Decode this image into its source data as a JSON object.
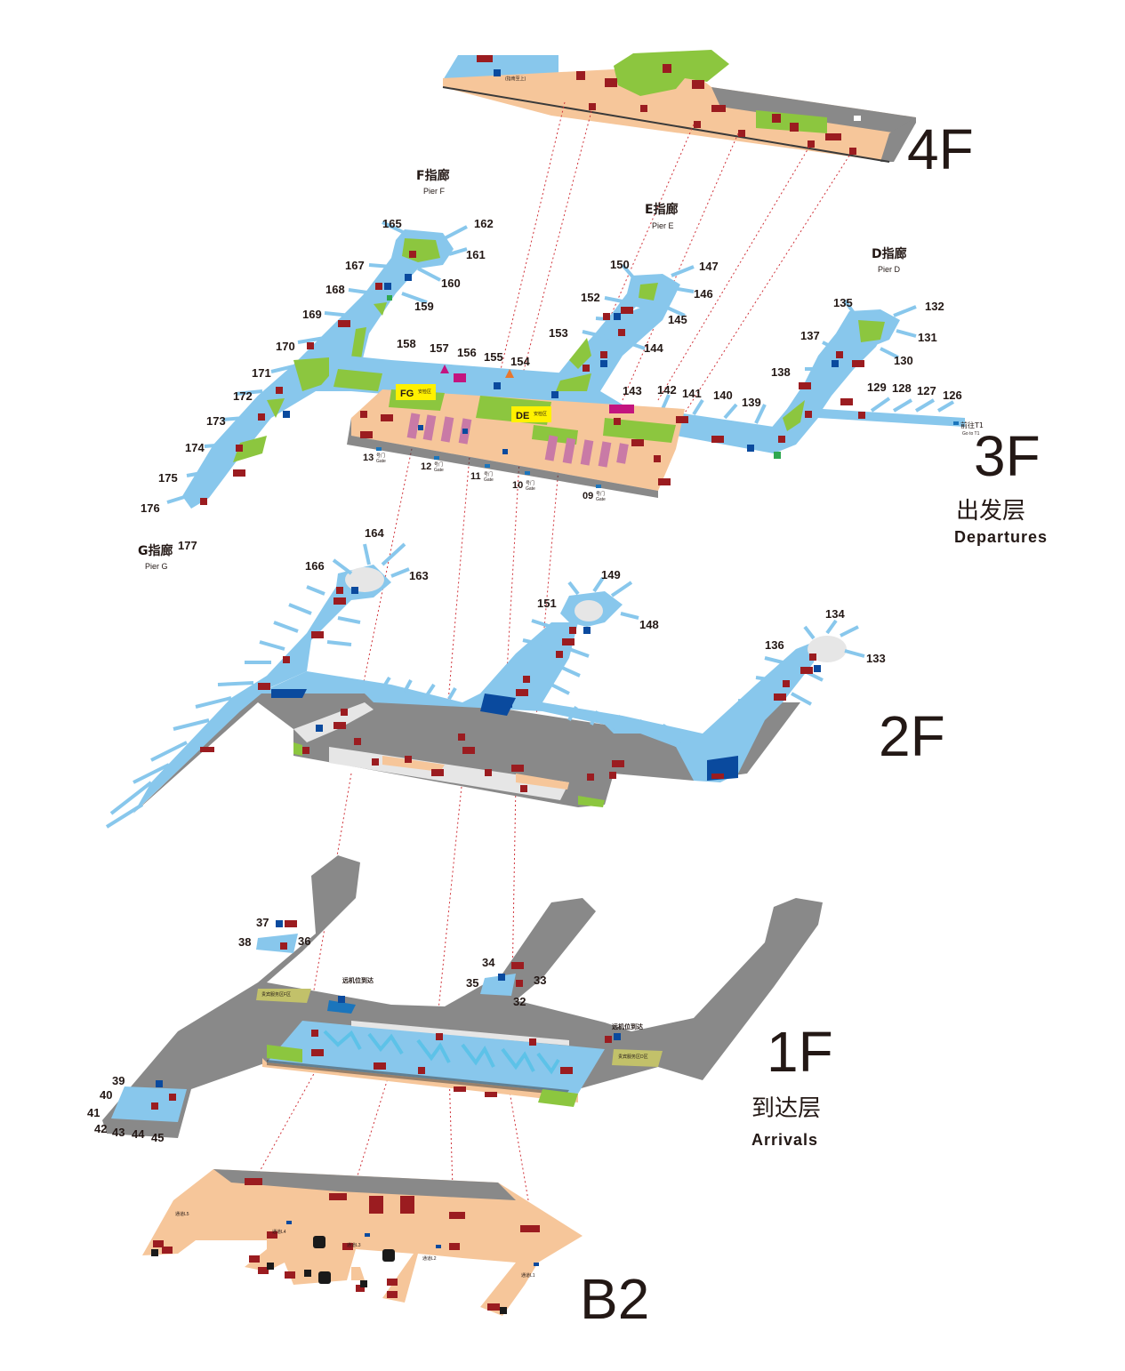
{
  "floors": {
    "f4": {
      "label": "4F"
    },
    "f3": {
      "label": "3F",
      "sub_cn": "出发层",
      "sub_en": "Departures"
    },
    "f2": {
      "label": "2F"
    },
    "f1": {
      "label": "1F",
      "sub_cn": "到达层",
      "sub_en": "Arrivals"
    },
    "b2": {
      "label": "B2"
    }
  },
  "piers": {
    "f": {
      "cn": "F指廊",
      "en": "Pier F"
    },
    "e": {
      "cn": "E指廊",
      "en": "Pier E"
    },
    "d": {
      "cn": "D指廊",
      "en": "Pier D"
    },
    "g": {
      "cn": "G指廊",
      "en": "Pier G"
    }
  },
  "gates_3f": [
    "165",
    "162",
    "161",
    "167",
    "160",
    "168",
    "159",
    "169",
    "170",
    "158",
    "157",
    "156",
    "155",
    "154",
    "171",
    "172",
    "173",
    "174",
    "175",
    "176",
    "150",
    "147",
    "146",
    "152",
    "145",
    "153",
    "144",
    "143",
    "142",
    "141",
    "140",
    "139",
    "135",
    "132",
    "137",
    "131",
    "130",
    "138",
    "129",
    "128",
    "127",
    "126"
  ],
  "gates_2f": [
    "164",
    "166",
    "163",
    "177",
    "149",
    "151",
    "148",
    "134",
    "136",
    "133"
  ],
  "gates_1f": [
    "37",
    "38",
    "36",
    "34",
    "35",
    "33",
    "32",
    "39",
    "40",
    "41",
    "42",
    "43",
    "44",
    "45"
  ],
  "doors_3f": [
    {
      "num": "13",
      "cn": "号门",
      "en": "Gate"
    },
    {
      "num": "12",
      "cn": "号门",
      "en": "Gate"
    },
    {
      "num": "11",
      "cn": "号门",
      "en": "Gate"
    },
    {
      "num": "10",
      "cn": "号门",
      "en": "Gate"
    },
    {
      "num": "09",
      "cn": "号门",
      "en": "Gate"
    }
  ],
  "security": {
    "fg": {
      "code": "FG",
      "cn": "安检区"
    },
    "de": {
      "code": "DE",
      "cn": "安检区"
    }
  },
  "to_t1": {
    "cn": "前往T1",
    "en": "Go to T1"
  },
  "arrivals_1f": {
    "remote_left": "远机位到达",
    "remote_right": "远机位到达",
    "vip_left": "贵宾服务区F区",
    "vip_right": "贵宾服务区D区"
  },
  "passages_b2": [
    {
      "cn": "通道",
      "code": "L5"
    },
    {
      "cn": "通道",
      "code": "L4"
    },
    {
      "cn": "通道",
      "code": "L3"
    },
    {
      "cn": "通道",
      "code": "L2"
    },
    {
      "cn": "通道",
      "code": "L1"
    }
  ],
  "colors": {
    "concourse": "#f6c69a",
    "pier": "#88c7ec",
    "green": "#8cc63f",
    "apron": "#898989",
    "darkgray": "#6e6e6e",
    "sign_red": "#9b1c20",
    "security_yellow": "#fff100",
    "magenta": "#c3147f",
    "text": "#231815"
  }
}
